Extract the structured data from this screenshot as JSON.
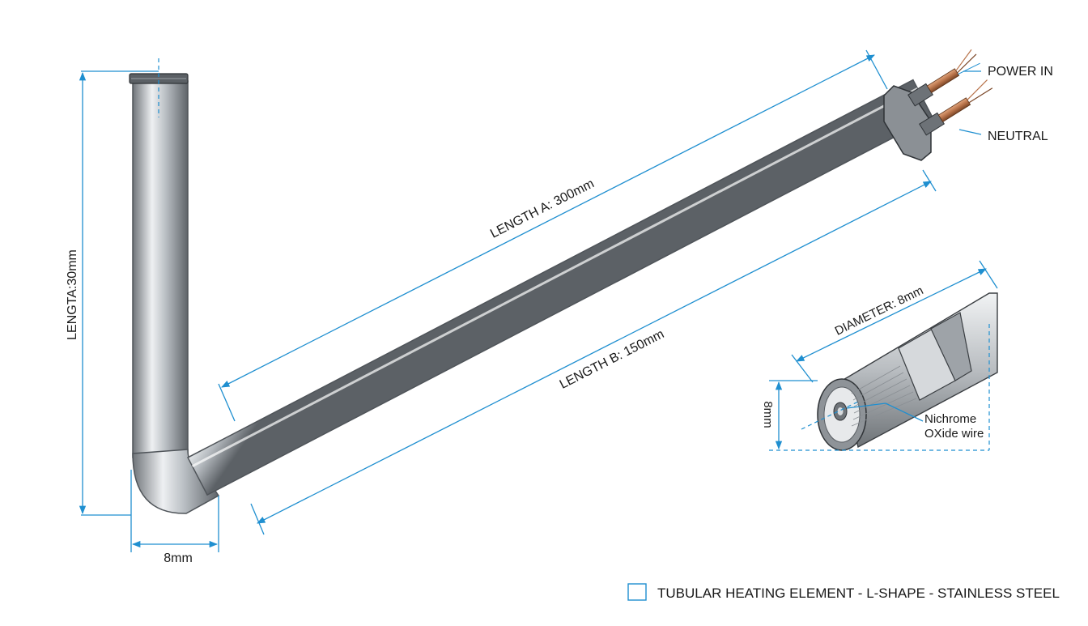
{
  "labels": {
    "length_vertical": "LENGTA:30mm",
    "length_a": "LENGTH A: 300mm",
    "length_b": "LENGTH B: 150mm",
    "width_bottom": "8mm",
    "power_in": "POWER IN",
    "neutral": "NEUTRAL",
    "diameter": "DIAMETER: 8mm",
    "section_height": "8mm",
    "core_line1": "Nichrome",
    "core_line2": "OXide wire"
  },
  "legend": {
    "text": "TUBULAR HEATING ELEMENT - L-SHAPE - STAINLESS STEEL"
  },
  "colors": {
    "dimension": "#1f8fd0",
    "tube_dark": "#6f7479",
    "tube_light": "#e9ecee",
    "wire_copper": "#b8734a"
  }
}
